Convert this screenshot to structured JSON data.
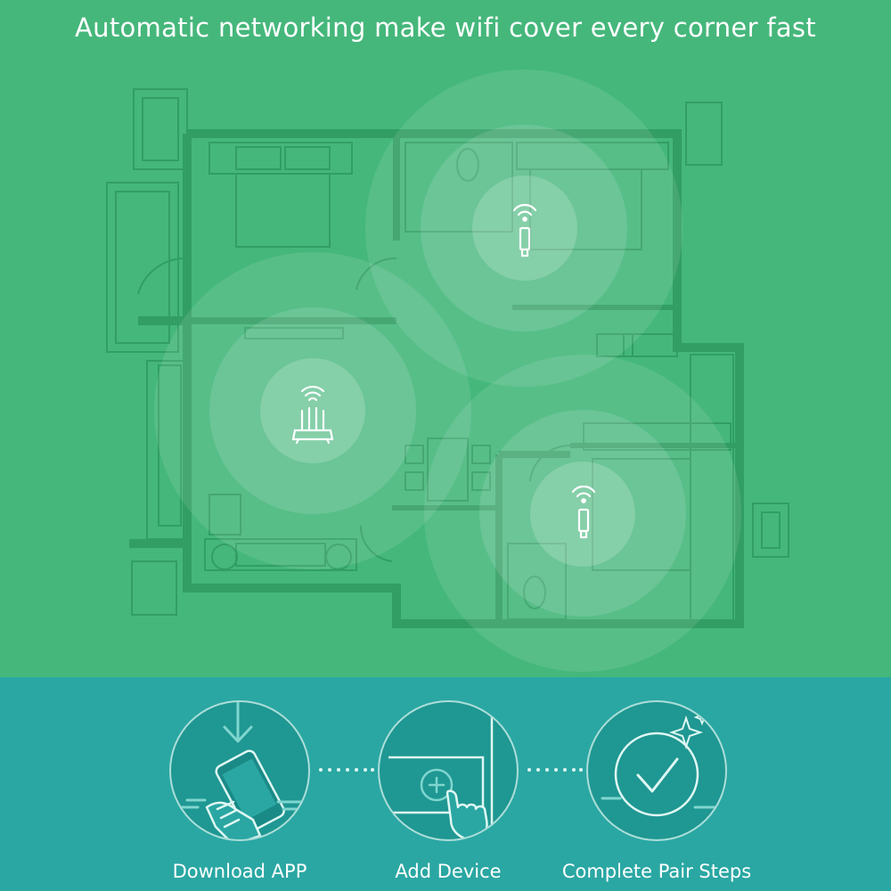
{
  "headline": "Automatic networking make wifi cover every corner fast",
  "colors": {
    "top_bg": "#45b77b",
    "bottom_bg": "#2aa7a3",
    "wall": "#2f9a5f",
    "text": "#ffffff"
  },
  "devices": [
    {
      "name": "gateway",
      "icon": "router-icon"
    },
    {
      "name": "repeater-1",
      "icon": "usb-repeater-icon"
    },
    {
      "name": "repeater-2",
      "icon": "usb-repeater-icon"
    }
  ],
  "steps": [
    {
      "label": "Download APP",
      "icon": "download-phone-icon"
    },
    {
      "label": "Add Device",
      "icon": "add-device-tap-icon"
    },
    {
      "label": "Complete Pair Steps",
      "icon": "checkmark-sparkle-icon"
    }
  ]
}
